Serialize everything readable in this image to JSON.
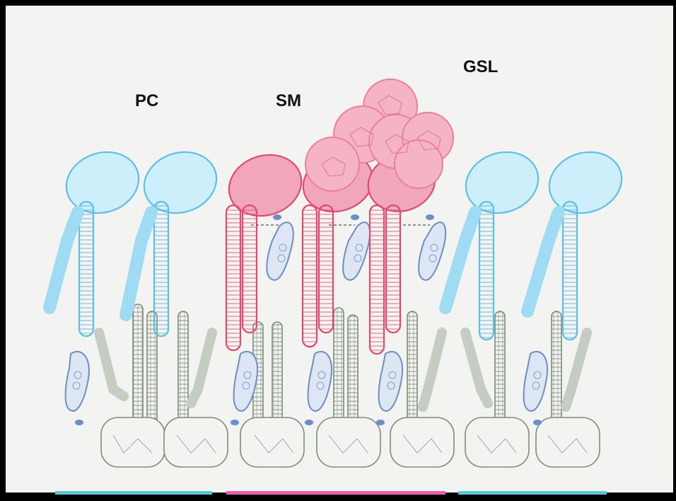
{
  "labels": {
    "pc": "PC",
    "sm": "SM",
    "gsl": "GSL"
  },
  "colors": {
    "background": "#000000",
    "slide": "#f3f3f1",
    "pc_lipid": "#5bc0e8",
    "sm_lipid": "#e04a72",
    "gsl_lipid": "#e9819b",
    "cholesterol": "#6a8fc8",
    "inner_leaflet": "#8a9a88",
    "band_pc": "#4fc9d6",
    "band_sm": "#f05ab5",
    "band_gsl": "#4fc9d6"
  },
  "icons": [
    "phosphatidylcholine-lipid",
    "sphingomyelin-lipid",
    "glycosphingolipid-lipid",
    "cholesterol-molecule"
  ]
}
